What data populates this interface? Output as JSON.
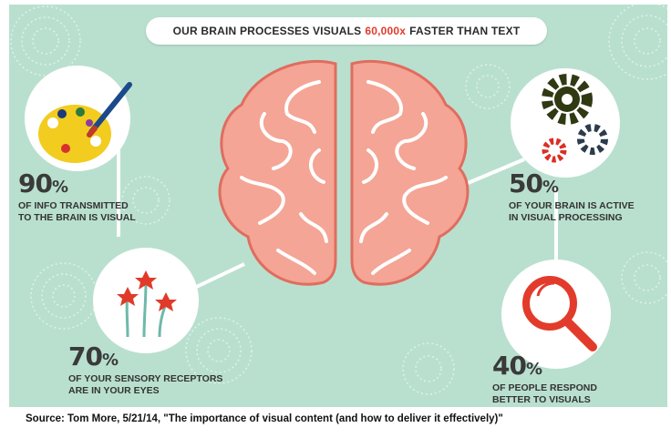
{
  "title": {
    "prefix": "OUR BRAIN PROCESSES VISUALS",
    "highlight": "60,000x",
    "suffix": "FASTER THAN TEXT"
  },
  "stats": [
    {
      "id": "info",
      "number": "90",
      "unit": "%",
      "line1": "OF INFO TRANSMITTED",
      "line2": "TO THE BRAIN IS VISUAL",
      "icon": "palette-icon"
    },
    {
      "id": "receptors",
      "number": "70",
      "unit": "%",
      "line1": "OF YOUR SENSORY RECEPTORS",
      "line2": "ARE IN YOUR EYES",
      "icon": "flowers-icon"
    },
    {
      "id": "brain-active",
      "number": "50",
      "unit": "%",
      "line1": "OF YOUR BRAIN IS ACTIVE",
      "line2": "IN VISUAL PROCESSING",
      "icon": "gears-icon"
    },
    {
      "id": "respond",
      "number": "40",
      "unit": "%",
      "line1": "OF PEOPLE RESPOND",
      "line2": "BETTER TO VISUALS",
      "icon": "magnifier-icon"
    }
  ],
  "colors": {
    "background": "#b9e0cf",
    "highlight": "#e23b2b",
    "brain": "#f4a595",
    "brain_outline": "#e06d5f"
  },
  "source": "Source: Tom More, 5/21/14, \"The importance of visual content (and how to deliver it effectively)\""
}
